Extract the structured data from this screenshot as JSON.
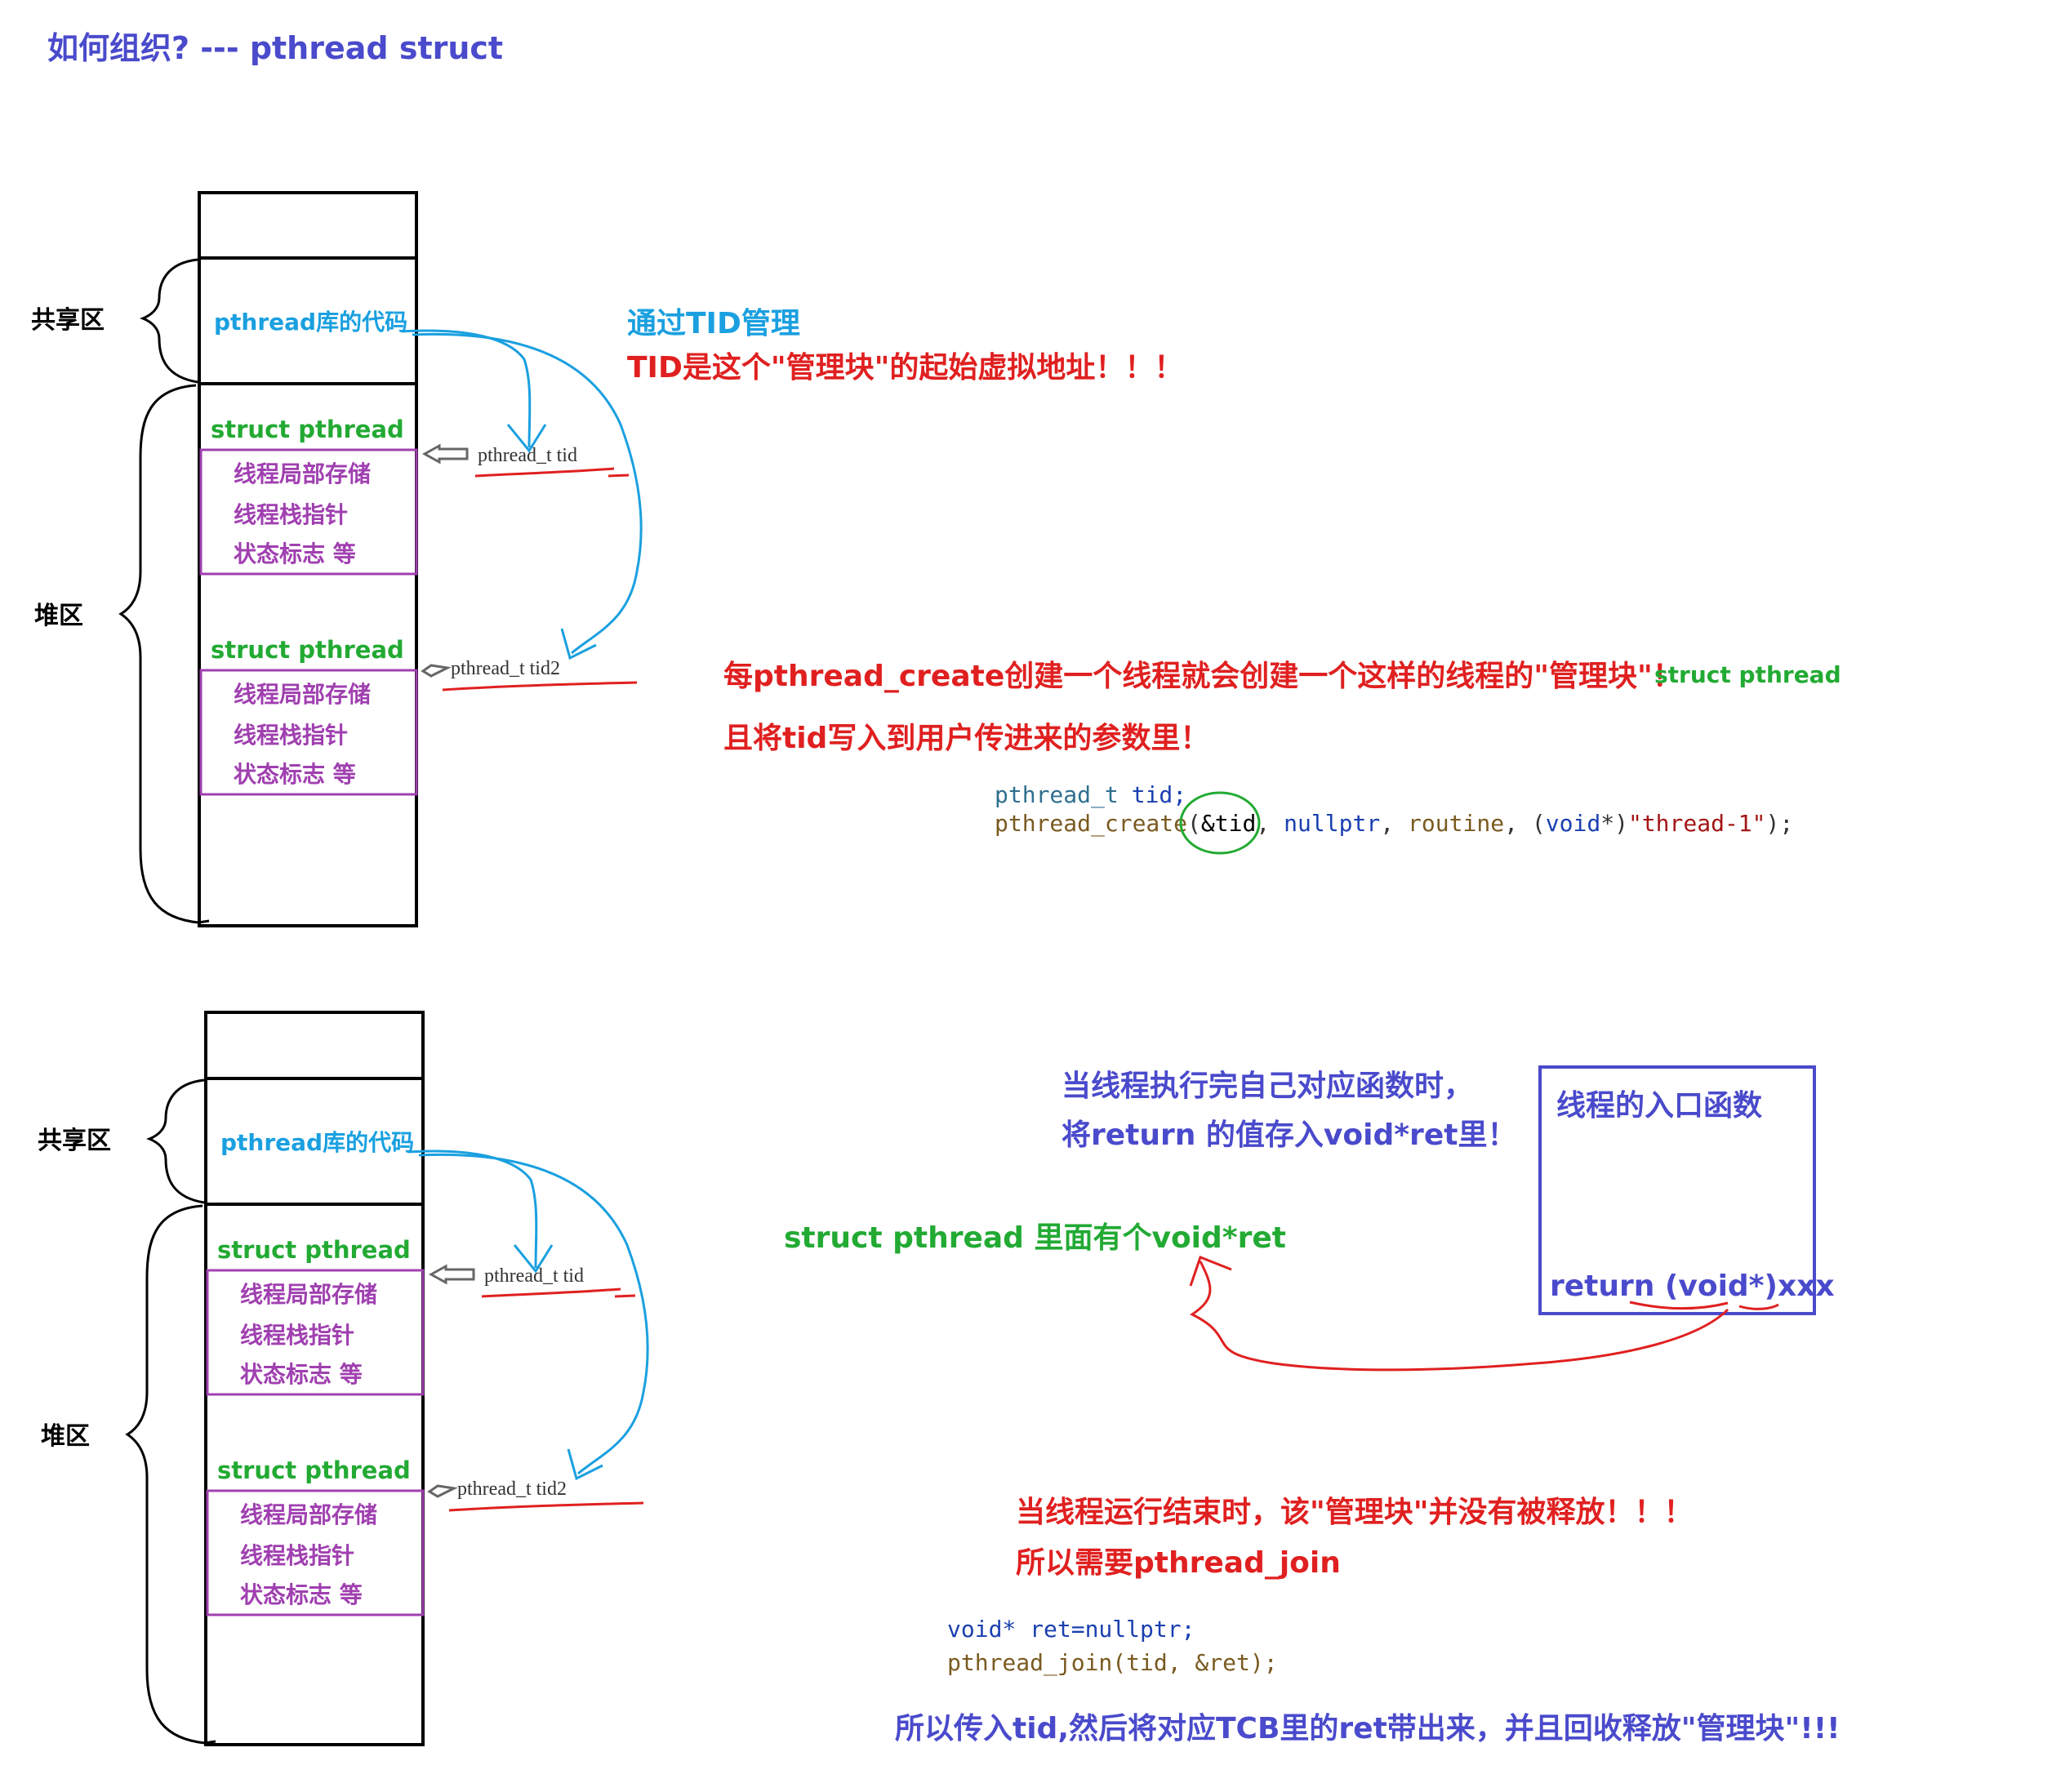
{
  "title": "如何组织? --- pthread struct",
  "colors": {
    "title": "#4a4acc",
    "blue_label": "#1aa0e0",
    "red": "#e02020",
    "green": "#22aa33",
    "purple": "#a040b0",
    "dark_blue": "#4a4acc",
    "black": "#000000",
    "code_teal": "#2f6f8f",
    "code_blue": "#1a3fb0",
    "code_brown": "#7a5a20",
    "code_red": "#a31515"
  },
  "diagram1": {
    "label_shared": "共享区",
    "label_heap": "堆区",
    "lib_code": "pthread库的代码",
    "struct1": {
      "title": "struct pthread",
      "f1": "线程局部存储",
      "f2": "线程栈指针",
      "f3": "状态标志 等"
    },
    "struct2": {
      "title": "struct pthread",
      "f1": "线程局部存储",
      "f2": "线程栈指针",
      "f3": "状态标志 等"
    },
    "tid_label": "pthread_t tid",
    "tid2_label": "pthread_t tid2"
  },
  "diagram2": {
    "label_shared": "共享区",
    "label_heap": "堆区",
    "lib_code": "pthread库的代码",
    "struct1": {
      "title": "struct pthread",
      "f1": "线程局部存储",
      "f2": "线程栈指针",
      "f3": "状态标志 等"
    },
    "struct2": {
      "title": "struct pthread",
      "f1": "线程局部存储",
      "f2": "线程栈指针",
      "f3": "状态标志 等"
    },
    "tid_label": "pthread_t tid",
    "tid2_label": "pthread_t tid2"
  },
  "notes": {
    "tid_manage": "通过TID管理",
    "tid_is": "TID是这个\"管理块\"的起始虚拟地址！！！",
    "create_each": "每pthread_create创建一个线程就会创建一个这样的线程的\"管理块\"！",
    "create_struct": "struct pthread",
    "write_tid": "且将tid写入到用户传进来的参数里！",
    "code1_type": "pthread_t",
    "code1_var": "tid;",
    "code2_fn": "pthread_create",
    "code2_paren": "(",
    "code2_arg1": "&tid",
    "code2_sep1": ",",
    "code2_arg2": "nullptr",
    "code2_sep2": ",",
    "code2_arg3": "routine",
    "code2_sep3": ",",
    "code2_cast_open": "(",
    "code2_cast_type": "void",
    "code2_cast_close": "*)",
    "code2_str": "\"thread-1\"",
    "code2_end": ");",
    "finish1": "当线程执行完自己对应函数时，",
    "finish2": "将return 的值存入void*ret里！",
    "entry_title": "线程的入口函数",
    "entry_return": "return (void*)xxx",
    "struct_ret": "struct pthread 里面有个void*ret",
    "end1": "当线程运行结束时，该\"管理块\"并没有被释放！！！",
    "end2": "所以需要pthread_join",
    "join_code1": "void* ret=nullptr;",
    "join_code2": "pthread_join(tid, &ret);",
    "final_note": "所以传入tid,然后将对应TCB里的ret带出来，并且回收释放\"管理块\"!!!"
  }
}
